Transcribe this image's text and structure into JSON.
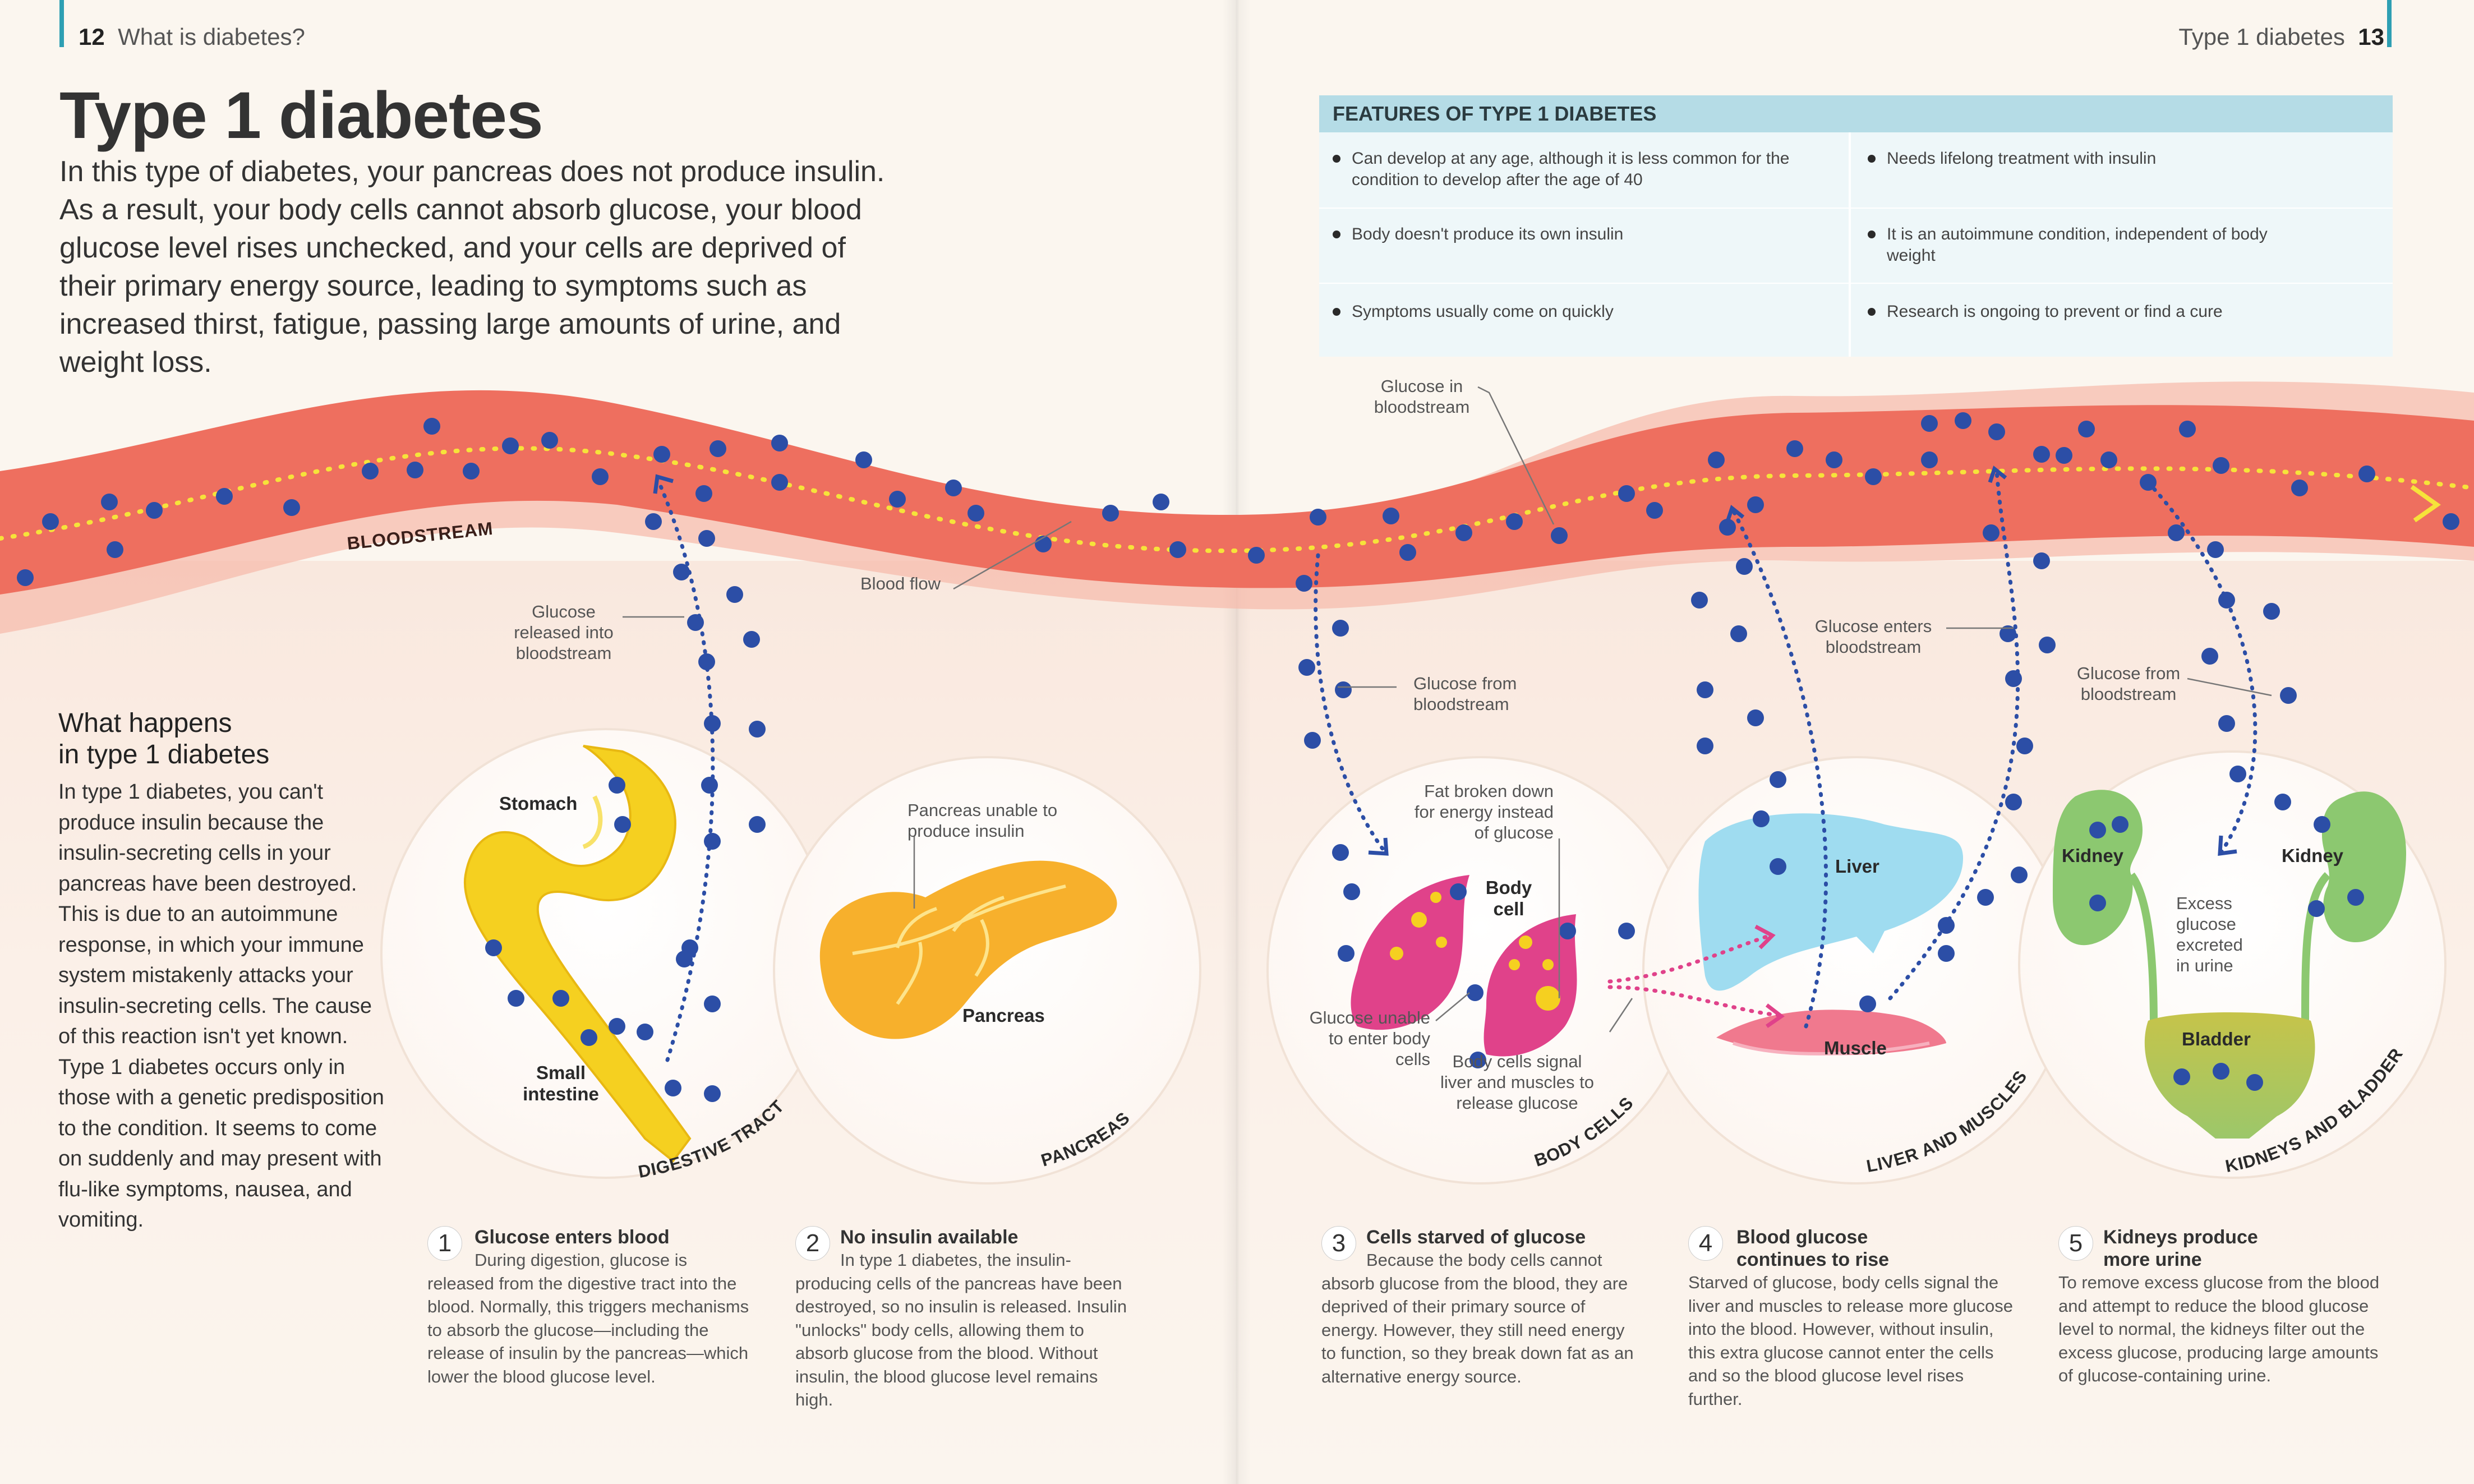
{
  "colors": {
    "bloodstream": "#ee6f5f",
    "glucose": "#2c4ea6",
    "insulin_path": "#f2c318",
    "accent": "#2e9fb3",
    "feature_header": "#b5dce6",
    "liver": "#9fdcf0",
    "muscle": "#f0798e",
    "kidney": "#8cc870",
    "body_cell": "#e0428a",
    "stomach": "#f5d020",
    "pancreas": "#f7b02c"
  },
  "left_page": {
    "folio_number": "12",
    "folio_title": "What is diabetes?",
    "title": "Type 1 diabetes",
    "intro": "In this type of diabetes, your pancreas does not produce insulin. As a result, your body cells cannot absorb glucose, your blood glucose level rises unchecked, and your cells are deprived of their primary energy source, leading to symptoms such as increased thirst, fatigue, passing large amounts of urine, and weight loss.",
    "sidebar": {
      "heading_line1": "What happens",
      "heading_line2": "in type 1 diabetes",
      "body": "In type 1 diabetes, you can't produce insulin because the insulin-secreting cells in your pancreas have been destroyed. This is due to an autoimmune response, in which your immune system mistakenly attacks your insulin-secreting cells. The cause of this reaction isn't yet known. Type 1 diabetes occurs only in those with a genetic predisposition to the condition. It seems to come on suddenly and may present with flu-like symptoms, nausea, and vomiting."
    }
  },
  "right_page": {
    "folio_title": "Type 1 diabetes",
    "folio_number": "13",
    "features": {
      "header": "FEATURES OF TYPE 1 DIABETES",
      "items": [
        "Can develop at any age, although it is less common for the condition to develop after the age of 40",
        "Needs lifelong treatment with insulin",
        "Body doesn't produce its own insulin",
        "It is an autoimmune condition, independent of body weight",
        "Symptoms usually come on quickly",
        "Research is ongoing to prevent or find a cure"
      ]
    }
  },
  "diagram": {
    "bloodstream_label": "BLOODSTREAM",
    "blood_flow": "Blood flow",
    "glucose_released": "Glucose released into bloodstream",
    "glucose_in_bloodstream": "Glucose in bloodstream",
    "glucose_from_bloodstream_1": "Glucose from bloodstream",
    "glucose_enters_bloodstream": "Glucose enters bloodstream",
    "glucose_from_bloodstream_2": "Glucose from bloodstream",
    "stomach": "Stomach",
    "small_intestine": "Small intestine",
    "digestive_tract": "DIGESTIVE TRACT",
    "pancreas_unable": "Pancreas unable to produce insulin",
    "pancreas_label": "Pancreas",
    "pancreas_caption": "PANCREAS",
    "fat_broken_down": "Fat broken down for energy instead of glucose",
    "body_cell": "Body cell",
    "glucose_unable": "Glucose unable to enter body cells",
    "body_cells_signal": "Body cells signal liver and muscles to release glucose",
    "body_cells_caption": "BODY CELLS",
    "liver": "Liver",
    "muscle": "Muscle",
    "liver_muscles_caption": "LIVER AND MUSCLES",
    "kidney_left": "Kidney",
    "kidney_right": "Kidney",
    "excess_glucose": "Excess glucose excreted in urine",
    "bladder": "Bladder",
    "kidneys_caption": "KIDNEYS AND BLADDER"
  },
  "steps": [
    {
      "num": "1",
      "title": "Glucose enters blood",
      "body": "During digestion, glucose is released from the digestive tract into the blood. Normally, this triggers mechanisms to absorb the glucose—including the release of insulin by the pancreas—which lower the blood glucose level."
    },
    {
      "num": "2",
      "title": "No insulin available",
      "body": "In type 1 diabetes, the insulin-producing cells of the pancreas have been destroyed, so no insulin is released. Insulin \"unlocks\" body cells, allowing them to absorb glucose from the blood. Without insulin, the blood glucose level remains high."
    },
    {
      "num": "3",
      "title": "Cells starved of glucose",
      "body": "Because the body cells cannot absorb glucose from the blood, they are deprived of their primary source of energy. However, they still need energy to function, so they break down fat as an alternative energy source."
    },
    {
      "num": "4",
      "title": "Blood glucose continues to rise",
      "body": "Starved of glucose, body cells signal the liver and muscles to release more glucose into the blood. However, without insulin, this extra glucose cannot enter the cells and so the blood glucose level rises further."
    },
    {
      "num": "5",
      "title": "Kidneys produce more urine",
      "body": "To remove excess glucose from the blood and attempt to reduce the blood glucose level to normal, the kidneys filter out the excess glucose, producing large amounts of glucose-containing urine."
    }
  ]
}
